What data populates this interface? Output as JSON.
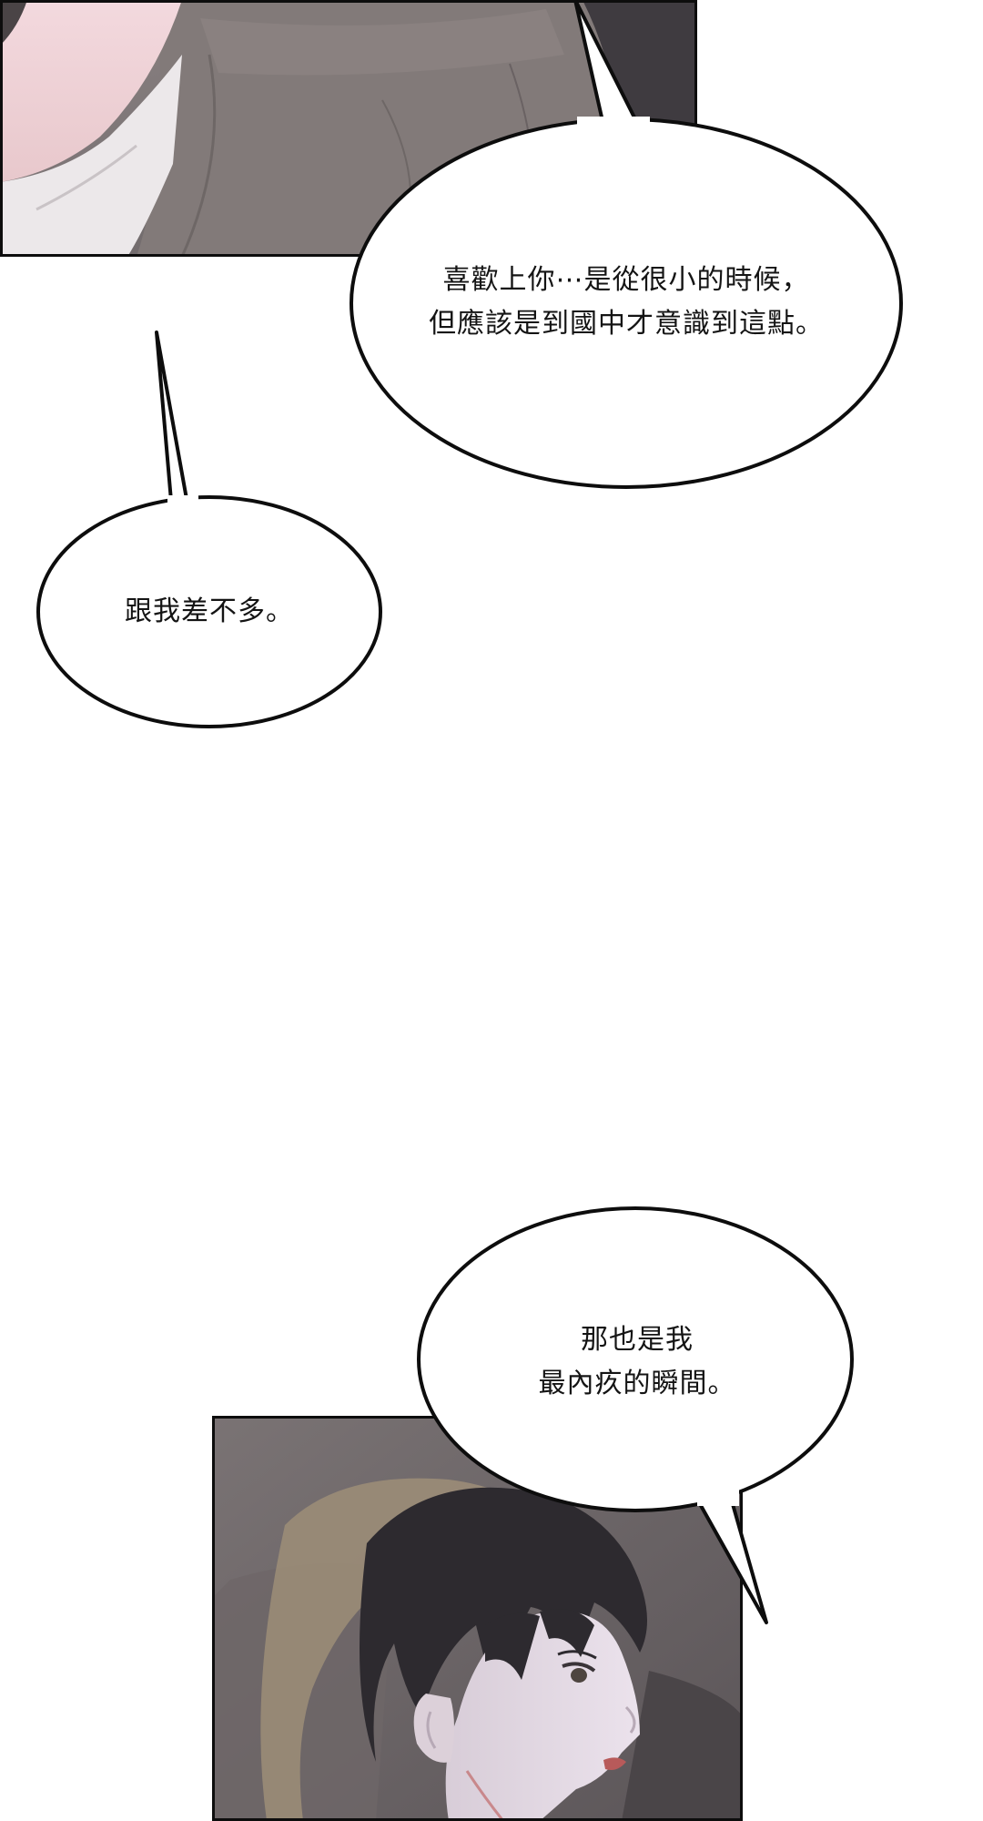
{
  "bubbles": {
    "first": {
      "line1": "喜歡上你⋯是從很小的時候，",
      "line2": "但應該是到國中才意識到這點。"
    },
    "second": {
      "line1": "跟我差不多。"
    },
    "third": {
      "line1": "那也是我",
      "line2": "最內疚的瞬間。"
    }
  },
  "colors": {
    "background": "#ffffff",
    "panel_border": "#0d0d0d",
    "panel_shadow_tone": "#6f6868",
    "hair_dark": "#2d2a2f",
    "skin": "#d9ced8"
  }
}
